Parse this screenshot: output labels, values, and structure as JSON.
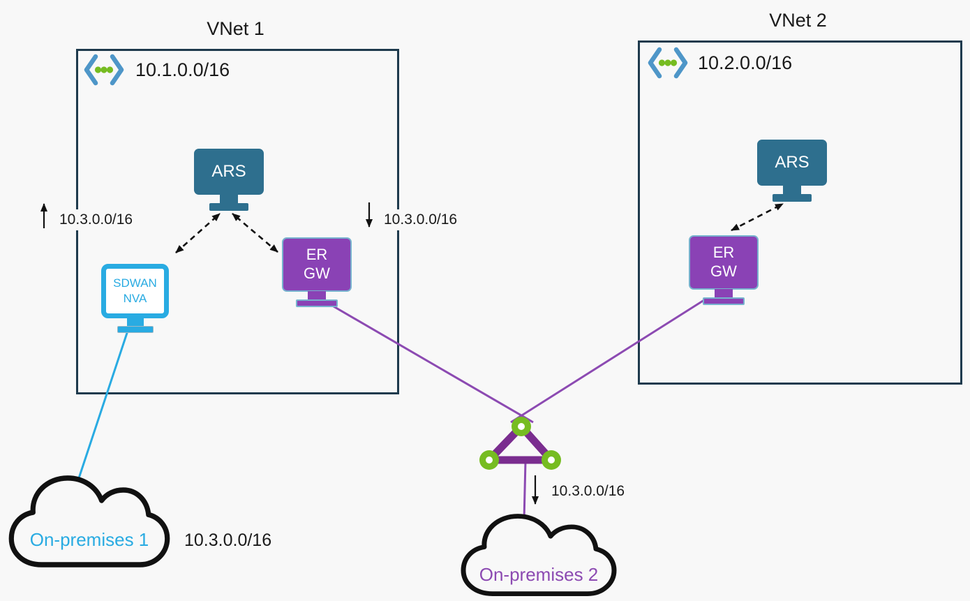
{
  "colors": {
    "background": "#f8f8f8",
    "vnet_border": "#1e3a4d",
    "ars_fill": "#2e6f8e",
    "ergw_fill": "#8a42b5",
    "ergw_outline": "#77b2ce",
    "sdwan_cyan": "#29abe2",
    "vnet_icon_blue": "#4e96c8",
    "vnet_icon_green": "#76bc21",
    "circuit_purple": "#7a2d8f",
    "circuit_node_green": "#76bc21",
    "link_purple": "#8c4ab2",
    "link_cyan": "#29abe2",
    "cloud_outline": "#111111",
    "arrow_black": "#111111",
    "text": "#1a1a1a"
  },
  "icons": {
    "vnet_icon": "angle-brackets-with-three-dots",
    "expressroute_circuit_icon": "triangle-with-green-node-rings",
    "cloud_icon": "cloud-outline"
  },
  "vnet1": {
    "title": "VNet 1",
    "cidr": "10.1.0.0/16",
    "ars": "ARS",
    "er": "ER",
    "gw": "GW",
    "sdwan_line1": "SDWAN",
    "sdwan_line2": "NVA",
    "route_left": "10.3.0.0/16",
    "route_right": "10.3.0.0/16"
  },
  "vnet2": {
    "title": "VNet 2",
    "cidr": "10.2.0.0/16",
    "ars": "ARS",
    "er": "ER",
    "gw": "GW"
  },
  "onprem1": {
    "label": "On-premises 1",
    "cidr": "10.3.0.0/16"
  },
  "onprem2": {
    "label": "On-premises 2",
    "route": "10.3.0.0/16"
  }
}
